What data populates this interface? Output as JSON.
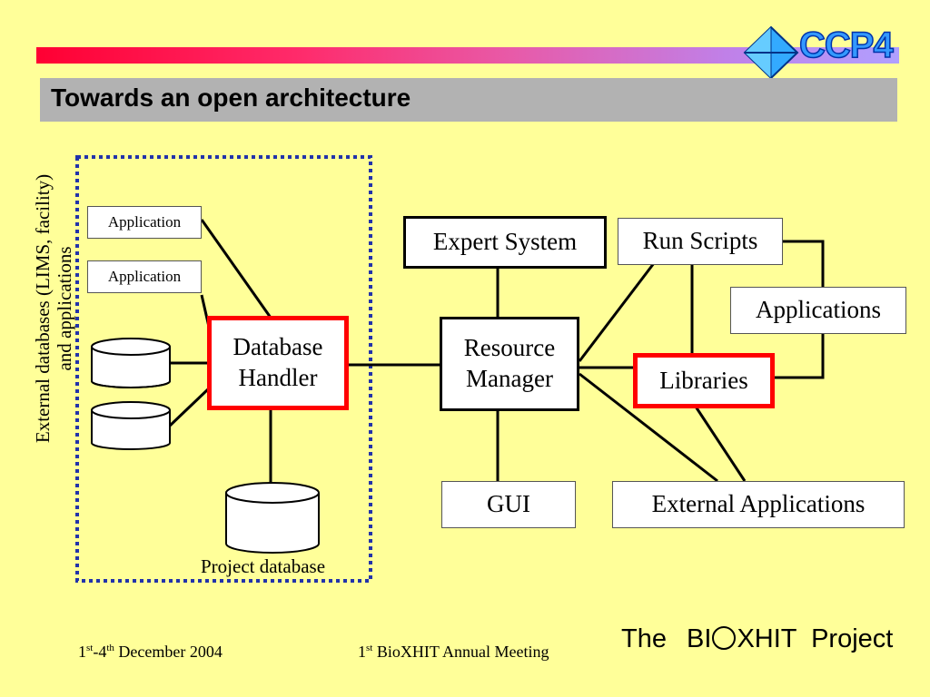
{
  "slide": {
    "title": "Towards an open architecture",
    "logo": "CCP4",
    "side_label": {
      "line1": "External databases (LIMS, facility)",
      "line2": "and applications"
    },
    "project_db_label": "Project database"
  },
  "nodes": {
    "application1": "Application",
    "application2": "Application",
    "db_handler_line1": "Database",
    "db_handler_line2": "Handler",
    "expert_system": "Expert System",
    "resource_manager_line1": "Resource",
    "resource_manager_line2": "Manager",
    "gui": "GUI",
    "run_scripts": "Run Scripts",
    "applications": "Applications",
    "libraries": "Libraries",
    "external_applications": "External Applications"
  },
  "footer": {
    "date_part1": "1",
    "date_sup1": "st",
    "date_part2": "-4",
    "date_sup2": "th",
    "date_part3": " December 2004",
    "meeting_part1": "1",
    "meeting_sup": "st",
    "meeting_part2": " BioXHIT Annual Meeting",
    "brand_the": "The",
    "brand_bio": "BI",
    "brand_xhit": "XHIT",
    "brand_project": "Project"
  },
  "colors": {
    "background": "#ffff99",
    "title_bar": "#b2b2b2",
    "highlight_border": "#ff0000",
    "dotted_border": "#2233aa",
    "logo_blue": "#3399ff"
  }
}
